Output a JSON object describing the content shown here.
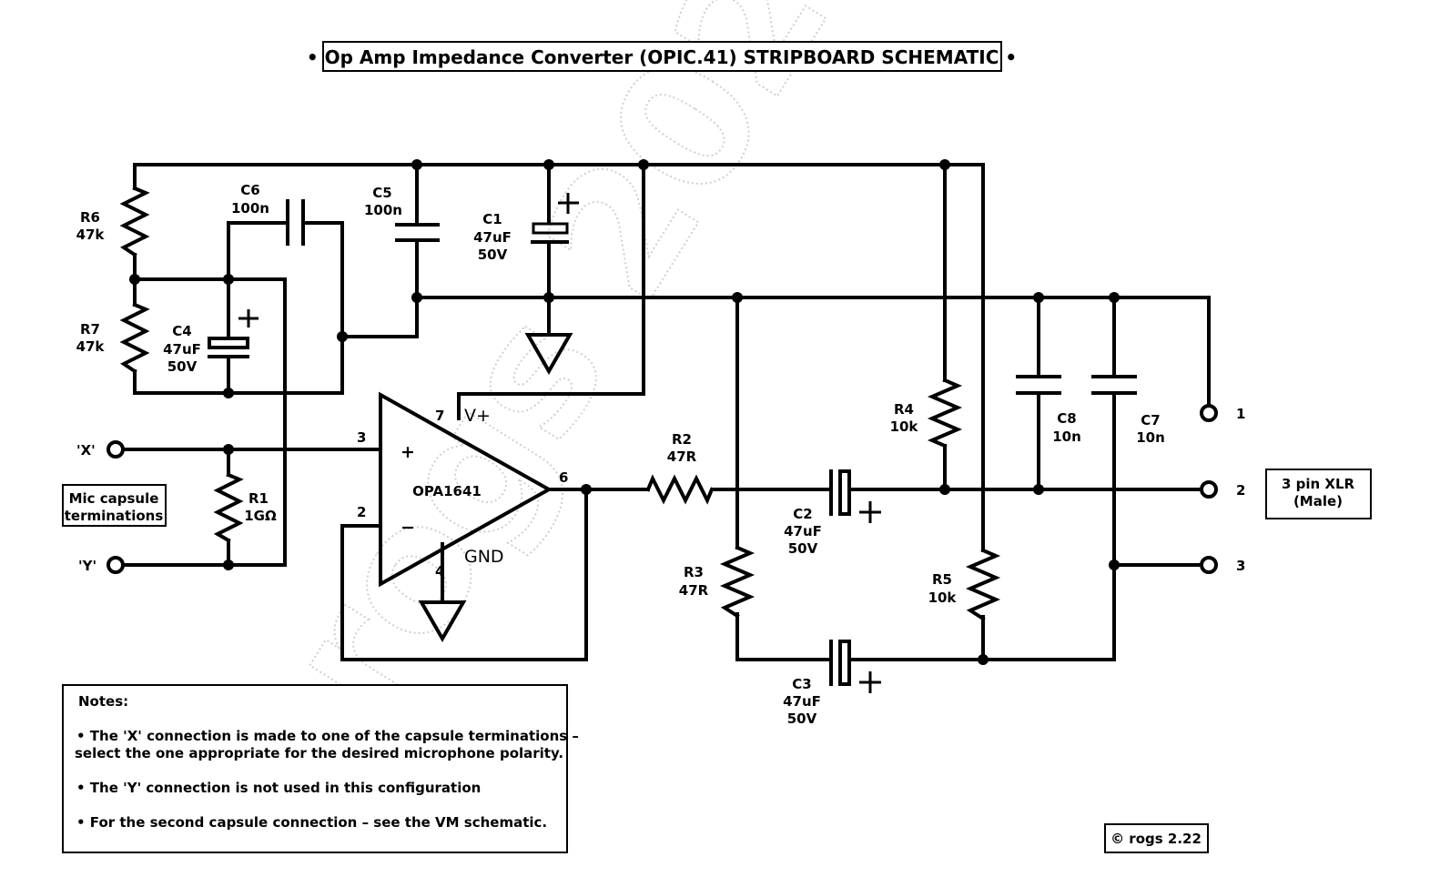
{
  "title": "• Op Amp Impedance Converter (OPIC.41) STRIPBOARD SCHEMATIC •",
  "watermark": "rogs 2022",
  "components": {
    "R1": {
      "ref": "R1",
      "value": "1GΩ"
    },
    "R2": {
      "ref": "R2",
      "value": "47R"
    },
    "R3": {
      "ref": "R3",
      "value": "47R"
    },
    "R4": {
      "ref": "R4",
      "value": "10k"
    },
    "R5": {
      "ref": "R5",
      "value": "10k"
    },
    "R6": {
      "ref": "R6",
      "value": "47k"
    },
    "R7": {
      "ref": "R7",
      "value": "47k"
    },
    "C1": {
      "ref": "C1",
      "value": "47uF",
      "voltage": "50V"
    },
    "C2": {
      "ref": "C2",
      "value": "47uF",
      "voltage": "50V"
    },
    "C3": {
      "ref": "C3",
      "value": "47uF",
      "voltage": "50V"
    },
    "C4": {
      "ref": "C4",
      "value": "47uF",
      "voltage": "50V"
    },
    "C5": {
      "ref": "C5",
      "value": "100n"
    },
    "C6": {
      "ref": "C6",
      "value": "100n"
    },
    "C7": {
      "ref": "C7",
      "value": "10n"
    },
    "C8": {
      "ref": "C8",
      "value": "10n"
    }
  },
  "opamp": {
    "part": "OPA1641",
    "plus_sign": "+",
    "minus_sign": "−",
    "pins": {
      "non_inverting": "3",
      "inverting": "2",
      "output": "6",
      "vplus": "7",
      "gnd": "4"
    },
    "vplus_label": "V+",
    "gnd_label": "GND"
  },
  "polarity_mark": "+",
  "inputs": {
    "x_label": "'X'",
    "y_label": "'Y'",
    "box_line1": "Mic capsule",
    "box_line2": "terminations"
  },
  "xlr": {
    "pins": [
      "1",
      "2",
      "3"
    ],
    "box_line1": "3 pin XLR",
    "box_line2": "(Male)"
  },
  "notes": {
    "heading": "Notes:",
    "items": [
      [
        "• The 'X' connection is made to one of the capsule terminations –",
        "select the one appropriate for the desired microphone polarity."
      ],
      [
        "• The 'Y' connection is not used in this configuration"
      ],
      [
        "• For the second  capsule connection – see the VM schematic."
      ]
    ]
  },
  "copyright": "© rogs 2.22"
}
